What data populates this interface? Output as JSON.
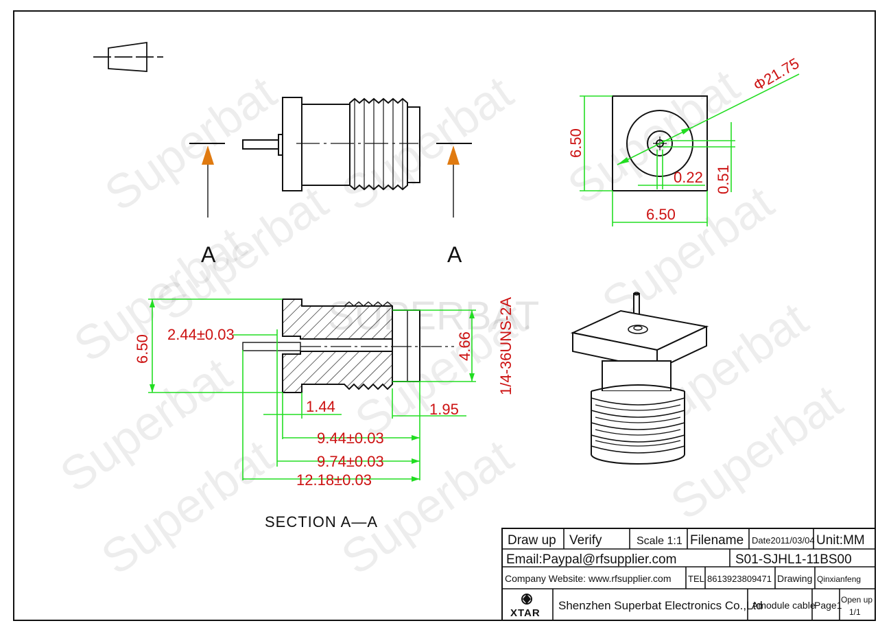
{
  "section_labels": {
    "a_left": "A",
    "a_right": "A",
    "section": "SECTION  A—A"
  },
  "dimensions": {
    "diameter": "Φ21.75",
    "front_height": "6.50",
    "front_width": "6.50",
    "pin_dia": "0.22",
    "offset": "0.51",
    "sec_height": "6.50",
    "pin_len": "2.44±0.03",
    "bore": "4.66",
    "thread": "1/4-36UNS-2A",
    "flange": "1.44",
    "tip": "1.95",
    "len1": "9.44±0.03",
    "len2": "9.74±0.03",
    "len3": "12.18±0.03"
  },
  "title_block": {
    "draw_up": "Draw up",
    "verify": "Verify",
    "scale": "Scale 1:1",
    "filename": "Filename",
    "date": "Date2011/03/04",
    "unit": "Unit:MM",
    "email": "Email:Paypal@rfsupplier.com",
    "part_no": "S01-SJHL1-11BS00",
    "website": "Company Website:  www.rfsupplier.com",
    "tel_label": "TEL",
    "tel": "8613923809471",
    "drawing_label": "Drawing",
    "drawer": "Qinxianfeng",
    "logo": "XTAR",
    "company": "Shenzhen Superbat Electronics Co.,Ltd",
    "product": "Amodule cable",
    "page": "Page1",
    "open_up": "Open up",
    "open_up_count": "1/1"
  },
  "watermarks": {
    "brand": "Superbat",
    "brand_caps": "SUPERBAT"
  },
  "colors": {
    "dimension": "#cc1111",
    "dimension_line": "#22dd22",
    "arrow": "#e07a10",
    "outline": "#111111"
  }
}
